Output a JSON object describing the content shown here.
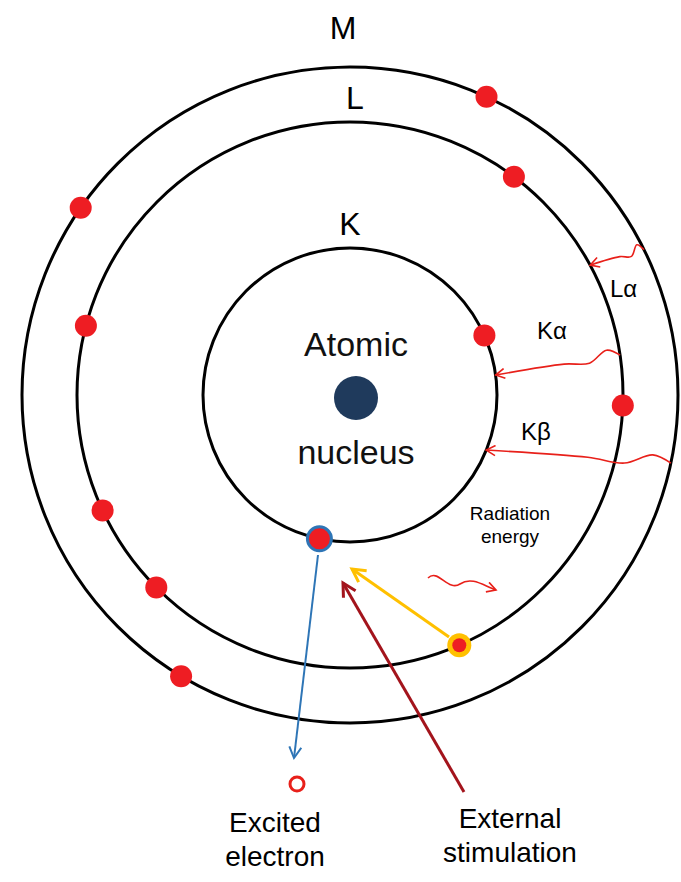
{
  "diagram": {
    "nodes": [
      {
        "text": [
          "M"
        ]
      },
      {
        "text": [
          "L"
        ],
        "in": 0
      },
      {
        "text": [
          "K"
        ],
        "in": 1
      },
      {
        "text": [
          "Atomic nucleus"
        ],
        "in": 2
      }
    ],
    "edges": [
      {
        "from": 0,
        "to": 1,
        "arrow": "to",
        "label": "Lα"
      },
      {
        "from": 1,
        "to": 2,
        "arrow": "to",
        "label": "Kα"
      },
      {
        "from": 0,
        "to": 2,
        "arrow": "to",
        "label": "Kβ"
      }
    ],
    "labels": [
      "Radiation energy",
      "Excited electron",
      "External stimulation"
    ]
  }
}
